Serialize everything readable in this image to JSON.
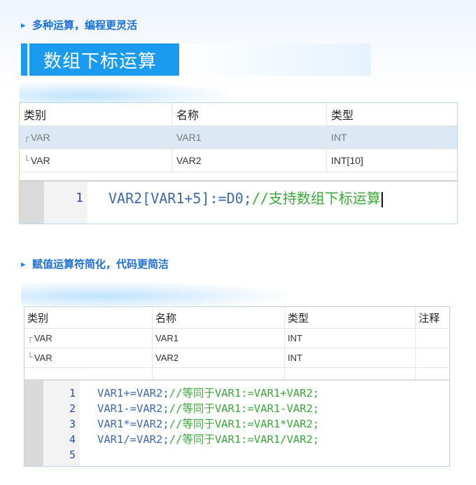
{
  "section1": {
    "heading": "多种运算，编程更灵活",
    "title": "数组下标运算",
    "table": {
      "headers": [
        "类别",
        "名称",
        "类型"
      ],
      "rows": [
        {
          "category": "VAR",
          "name": "VAR1",
          "type": "INT"
        },
        {
          "category": "VAR",
          "name": "VAR2",
          "type": "INT[10]"
        }
      ]
    },
    "editor": {
      "line_number": "1",
      "code": "VAR2[VAR1+5]:=D0;",
      "comment": "//支持数组下标运算"
    }
  },
  "section2": {
    "heading": "赋值运算符简化，代码更简洁",
    "table": {
      "headers": [
        "类别",
        "名称",
        "类型",
        "注释"
      ],
      "rows": [
        {
          "category": "VAR",
          "name": "VAR1",
          "type": "INT",
          "note": ""
        },
        {
          "category": "VAR",
          "name": "VAR2",
          "type": "INT",
          "note": ""
        }
      ]
    },
    "editor": {
      "lines": [
        {
          "n": "1",
          "code": "VAR1+=VAR2;",
          "comment": "//等同于VAR1:=VAR1+VAR2;"
        },
        {
          "n": "2",
          "code": "VAR1-=VAR2;",
          "comment": "//等同于VAR1:=VAR1-VAR2;"
        },
        {
          "n": "3",
          "code": "VAR1*=VAR2;",
          "comment": "//等同于VAR1:=VAR1*VAR2;"
        },
        {
          "n": "4",
          "code": "VAR1/=VAR2;",
          "comment": "//等同于VAR1:=VAR1/VAR2;"
        },
        {
          "n": "5",
          "code": "",
          "comment": ""
        }
      ]
    }
  },
  "colors": {
    "accent": "#1b9bf0",
    "heading_text": "#1a6fd6",
    "code_keyword": "#3d6aa9",
    "code_comment": "#3aa83a",
    "line_number": "#2a4fa0",
    "selected_row": "#dce9f4"
  },
  "icons": {
    "bullet": "chevron-bullet-icon",
    "tree": "tree-branch-icon"
  }
}
